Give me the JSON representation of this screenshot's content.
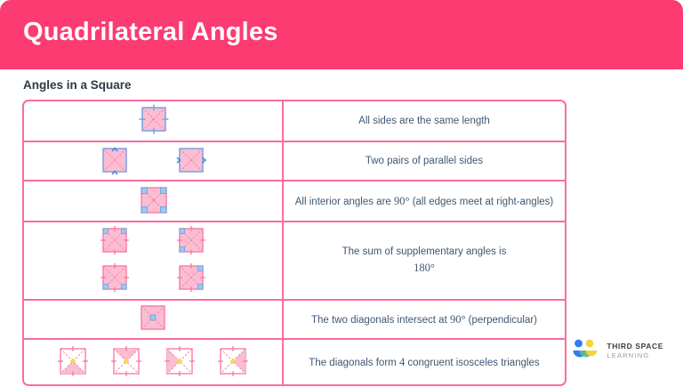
{
  "header": {
    "title": "Quadrilateral Angles",
    "bg_color": "#fb3b72",
    "text_color": "#ffffff"
  },
  "subtitle": "Angles in a Square",
  "colors": {
    "accent_pink": "#fb3b72",
    "border_pink": "#fa6ca0",
    "shape_fill": "#fbbdd2",
    "shape_stroke": "#f986ae",
    "marker_blue": "#7aa7e8",
    "angle_blue": "#9ec8f0",
    "center_yellow": "#fbd65e",
    "body_text": "#3e5771"
  },
  "table": {
    "rows": [
      {
        "id": "row-equal-sides",
        "figure": "square-with-equal-side-ticks",
        "text": "All sides are the same length"
      },
      {
        "id": "row-parallel-sides",
        "figure": "two-squares-parallel-arrows",
        "text": "Two pairs of parallel sides"
      },
      {
        "id": "row-interior-angles",
        "figure": "square-four-right-angle-marks",
        "text_parts": [
          "All interior angles are ",
          "90",
          "°",
          " (all edges meet at right-angles)"
        ],
        "text": "All interior angles are 90° (all edges meet at right-angles)"
      },
      {
        "id": "row-supplementary-angles",
        "figure": "four-squares-adjacent-angle-pairs",
        "text_parts": [
          "The sum of supplementary angles is ",
          "180",
          "°"
        ],
        "text": "The sum of supplementary angles is 180°"
      },
      {
        "id": "row-diagonals-perpendicular",
        "figure": "square-diagonals-center-marker",
        "text_parts": [
          "The two diagonals intersect at ",
          "90",
          "°",
          " (perpendicular)"
        ],
        "text": "The two diagonals intersect at 90° (perpendicular)"
      },
      {
        "id": "row-congruent-triangles",
        "figure": "four-squares-shaded-triangles",
        "text_parts": [
          "The diagonals form ",
          "4",
          " congruent isosceles triangles"
        ],
        "text": "The diagonals form 4 congruent isosceles triangles"
      }
    ]
  },
  "logo": {
    "line1": "THIRD SPACE",
    "line2": "LEARNING",
    "dot_blue": "#2f7df0",
    "dot_yellow": "#f5d442",
    "smile_blue": "#2f7df0",
    "smile_green": "#5cc08a",
    "smile_yellow": "#f5d442"
  }
}
